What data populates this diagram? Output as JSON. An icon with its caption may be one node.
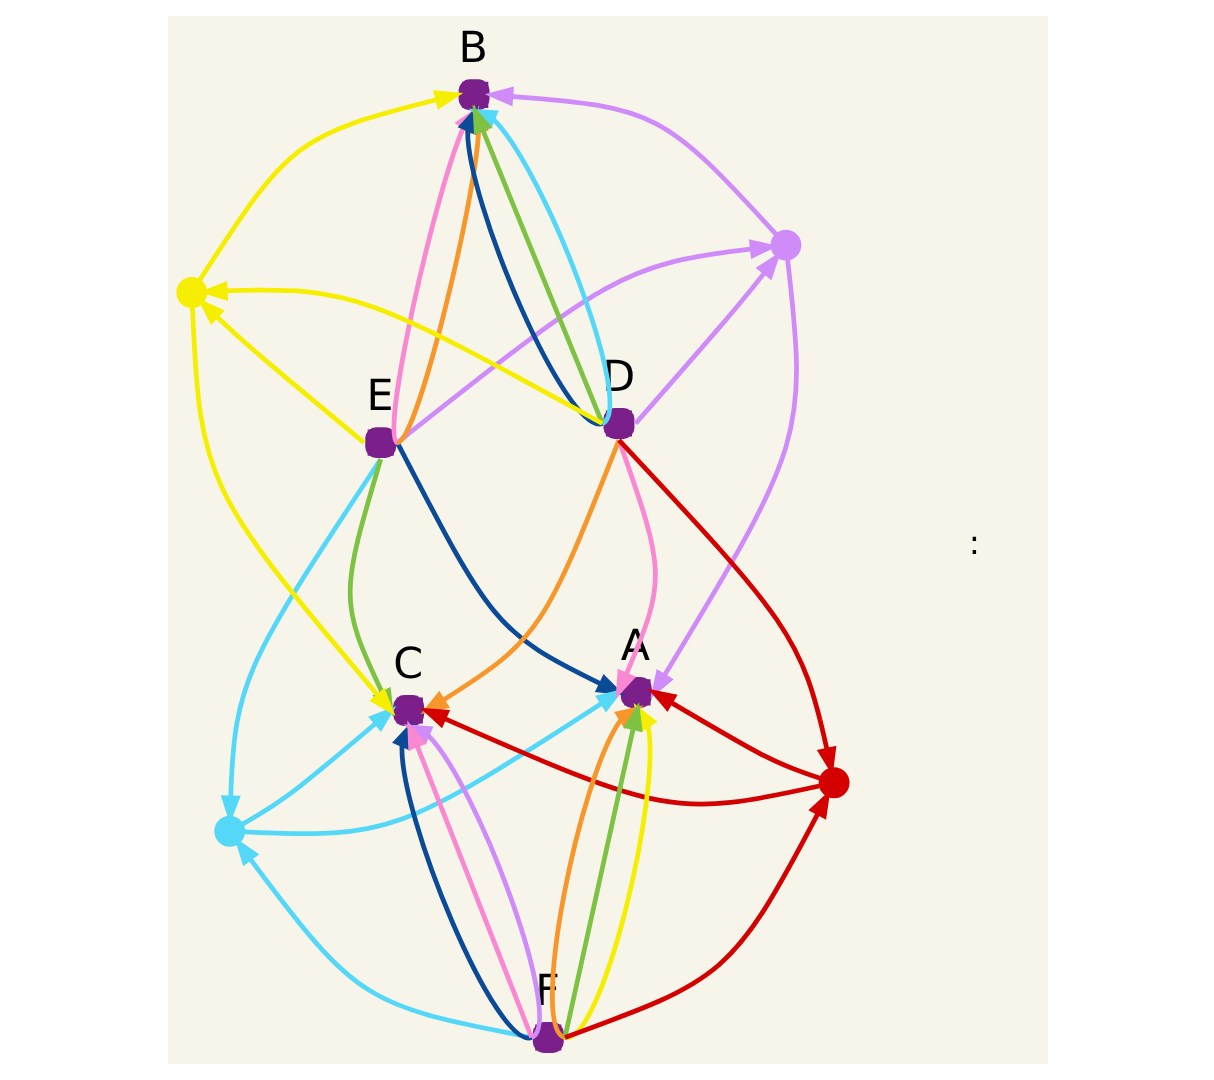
{
  "diagram": {
    "nodes": [
      {
        "text": [],
        "shape": "circle",
        "beside": [
          "E"
        ]
      },
      {
        "text": [],
        "shape": "circle",
        "beside": [
          "A"
        ]
      },
      {
        "text": [],
        "shape": "circle"
      },
      {
        "text": [],
        "shape": "circle"
      },
      {
        "text": [],
        "shape": "circle",
        "beside": [
          "B"
        ]
      },
      {
        "text": [],
        "shape": "circle"
      },
      {
        "text": [],
        "shape": "circle",
        "beside": [
          "C"
        ]
      },
      {
        "text": [],
        "shape": "circle",
        "beside": [
          "D"
        ]
      },
      {
        "text": [],
        "shape": "circle"
      },
      {
        "text": [],
        "shape": "circle",
        "beside": [
          "F"
        ]
      }
    ],
    "edges": [
      {
        "from": 0,
        "to": 1,
        "arrow": "to",
        "color": "#0b4a96"
      },
      {
        "from": 0,
        "to": 2,
        "arrow": "to",
        "color": "#55d8f8"
      },
      {
        "from": 9,
        "to": 2,
        "arrow": "to",
        "color": "#55d8f8"
      },
      {
        "from": 2,
        "to": 1,
        "arrow": "to",
        "color": "#55d8f8"
      },
      {
        "from": 2,
        "to": 6,
        "arrow": "to",
        "color": "#55d8f8"
      },
      {
        "from": 0,
        "to": 3,
        "arrow": "to",
        "color": "#cf8cf9"
      },
      {
        "from": 7,
        "to": 3,
        "arrow": "to",
        "color": "#cf8cf9"
      },
      {
        "from": 3,
        "to": 1,
        "arrow": "to",
        "color": "#cf8cf9"
      },
      {
        "from": 3,
        "to": 4,
        "arrow": "to",
        "color": "#cf8cf9"
      },
      {
        "from": 0,
        "to": 4,
        "arrow": "to",
        "color": "#fa87d2"
      },
      {
        "from": 0,
        "to": 4,
        "arrow": "to",
        "color": "#f7962a"
      },
      {
        "from": 0,
        "to": 5,
        "arrow": "to",
        "color": "#f5ee00"
      },
      {
        "from": 0,
        "to": 6,
        "arrow": "to",
        "color": "#7dc242"
      },
      {
        "from": 7,
        "to": 1,
        "arrow": "to",
        "color": "#fa87d2"
      },
      {
        "from": 8,
        "to": 1,
        "arrow": "to",
        "color": "#d40000"
      },
      {
        "from": 9,
        "to": 1,
        "arrow": "to",
        "color": "#f7962a"
      },
      {
        "from": 9,
        "to": 1,
        "arrow": "to",
        "color": "#f5ee00"
      },
      {
        "from": 9,
        "to": 1,
        "arrow": "to",
        "color": "#7dc242"
      },
      {
        "from": 7,
        "to": 4,
        "arrow": "to",
        "color": "#0b4a96"
      },
      {
        "from": 7,
        "to": 4,
        "arrow": "to",
        "color": "#55d8f8"
      },
      {
        "from": 7,
        "to": 4,
        "arrow": "to",
        "color": "#7dc242"
      },
      {
        "from": 5,
        "to": 4,
        "arrow": "to",
        "color": "#f5ee00"
      },
      {
        "from": 7,
        "to": 5,
        "arrow": "to",
        "color": "#f5ee00"
      },
      {
        "from": 5,
        "to": 6,
        "arrow": "to",
        "color": "#f5ee00"
      },
      {
        "from": 7,
        "to": 6,
        "arrow": "to",
        "color": "#f7962a"
      },
      {
        "from": 7,
        "to": 8,
        "arrow": "to",
        "color": "#d40000"
      },
      {
        "from": 9,
        "to": 8,
        "arrow": "to",
        "color": "#d40000"
      },
      {
        "from": 8,
        "to": 6,
        "arrow": "to",
        "color": "#d40000"
      },
      {
        "from": 9,
        "to": 6,
        "arrow": "to",
        "color": "#0b4a96"
      },
      {
        "from": 9,
        "to": 6,
        "arrow": "to",
        "color": "#cf8cf9"
      },
      {
        "from": 9,
        "to": 6,
        "arrow": "to",
        "color": "#fa87d2"
      }
    ],
    "labels": [
      ":"
    ]
  }
}
